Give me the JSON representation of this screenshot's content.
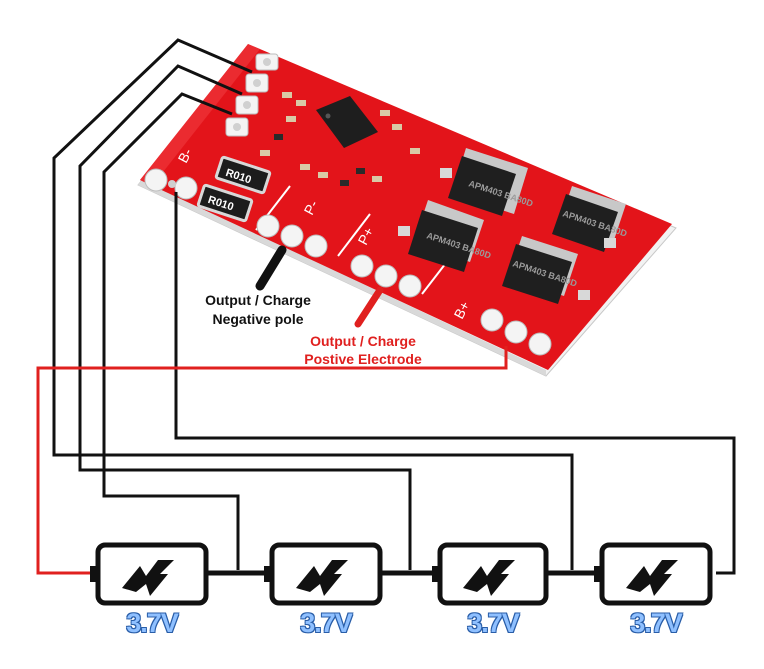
{
  "labels": {
    "negative": {
      "line1": "Output / Charge",
      "line2": "Negative pole"
    },
    "positive": {
      "line1": "Output / Charge",
      "line2": "Postive Electrode"
    }
  },
  "board": {
    "resistor_marking": "R010",
    "mosfet_marking": "APM403 BA80D",
    "silkscreen": [
      "B-",
      "P-",
      "P+",
      "B+"
    ]
  },
  "batteries": [
    {
      "voltage": "3.7V"
    },
    {
      "voltage": "3.7V"
    },
    {
      "voltage": "3.7V"
    },
    {
      "voltage": "3.7V"
    }
  ],
  "colors": {
    "pcb": "#e3141a",
    "negative_wire": "#111111",
    "positive_wire": "#e0201f",
    "voltage_label": "#8fc0ff",
    "battery_icon": "lightning-bolt-icon"
  }
}
